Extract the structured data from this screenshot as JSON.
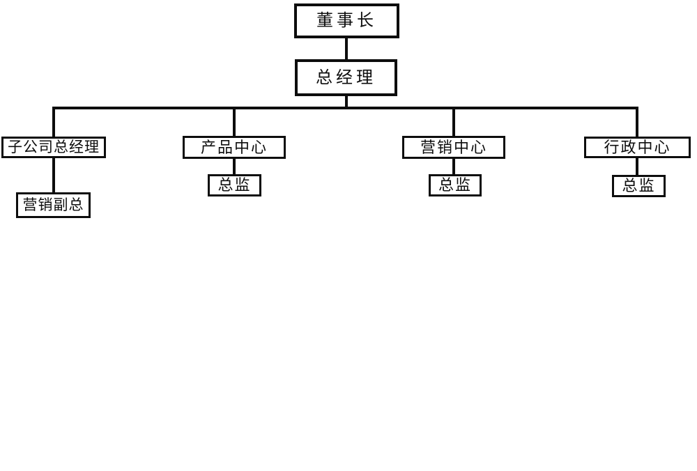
{
  "org_chart": {
    "type": "org-tree",
    "nodes": {
      "chairman": {
        "label": "董事长",
        "level": 1
      },
      "general_manager": {
        "label": "总经理",
        "level": 2
      },
      "subsidiary_gm": {
        "label": "子公司总经理",
        "level": 3
      },
      "product_center": {
        "label": "产品中心",
        "level": 3
      },
      "marketing_center": {
        "label": "营销中心",
        "level": 3
      },
      "admin_center": {
        "label": "行政中心",
        "level": 3
      },
      "marketing_vp": {
        "label": "营销副总",
        "level": 4
      },
      "product_director": {
        "label": "总监",
        "level": 4
      },
      "marketing_director": {
        "label": "总监",
        "level": 4
      },
      "admin_director": {
        "label": "总监",
        "level": 4
      }
    },
    "edges": [
      {
        "parent": "chairman",
        "child": "general_manager"
      },
      {
        "parent": "general_manager",
        "child": "subsidiary_gm"
      },
      {
        "parent": "general_manager",
        "child": "product_center"
      },
      {
        "parent": "general_manager",
        "child": "marketing_center"
      },
      {
        "parent": "general_manager",
        "child": "admin_center"
      },
      {
        "parent": "subsidiary_gm",
        "child": "marketing_vp"
      },
      {
        "parent": "product_center",
        "child": "product_director"
      },
      {
        "parent": "marketing_center",
        "child": "marketing_director"
      },
      {
        "parent": "admin_center",
        "child": "admin_director"
      }
    ],
    "colors": {
      "background": "#ffffff",
      "box_fill": "#ffffff",
      "box_border": "#0d0d0d",
      "line": "#0d0d0d",
      "text": "#0d0d0d"
    }
  }
}
